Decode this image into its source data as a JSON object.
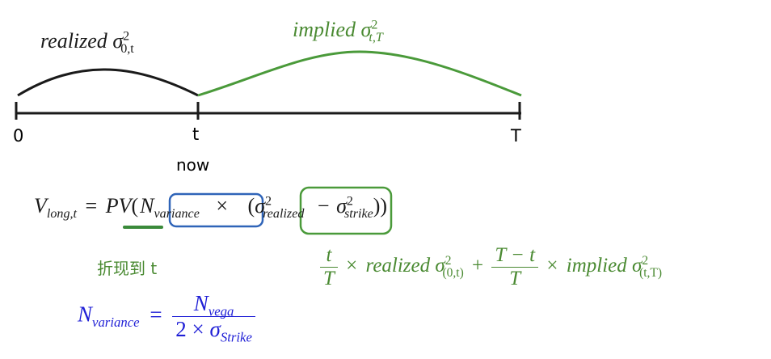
{
  "timeline": {
    "label_start": "0",
    "label_mid": "t",
    "label_end": "T",
    "label_now": "now"
  },
  "realized_label": {
    "word": "realized",
    "sigma": "σ",
    "sup": "2",
    "sub": "0,t"
  },
  "implied_label": {
    "word": "implied",
    "sigma": "σ",
    "sup": "2",
    "sub": "t,T"
  },
  "main_formula": {
    "lhs": "V",
    "lhs_sub": "long,t",
    "eq": "=",
    "pv": "PV",
    "open_paren": "(",
    "n": "N",
    "n_sub": "variance",
    "times": "×",
    "open_paren2": "(",
    "sigma1": "σ",
    "sigma1_sup": "2",
    "sigma1_sub": "realized",
    "minus": "−",
    "sigma2": "σ",
    "sigma2_sup": "2",
    "sigma2_sub": "strike",
    "close_parens": "))"
  },
  "discount_note": "折现到 t",
  "realized_formula": {
    "num1": "t",
    "den1": "T",
    "times1": "×",
    "word1": "realized",
    "sigma1": "σ",
    "sup1": "2",
    "sub1": "(0,t)",
    "plus": "+",
    "num2": "T − t",
    "den2": "T",
    "times2": "×",
    "word2": "implied",
    "sigma2": "σ",
    "sup2": "2",
    "sub2": "(t,T)"
  },
  "nvariance_formula": {
    "lhs": "N",
    "lhs_sub": "variance",
    "eq": "=",
    "num": "N",
    "num_sub": "vega",
    "den_two": "2",
    "den_times": "×",
    "den_sigma": "σ",
    "den_sub": "Strike"
  },
  "colors": {
    "green": "#4a8a32",
    "blue": "#1f1fd6",
    "box_blue": "#2f64b8",
    "black": "#1a1a1a"
  }
}
